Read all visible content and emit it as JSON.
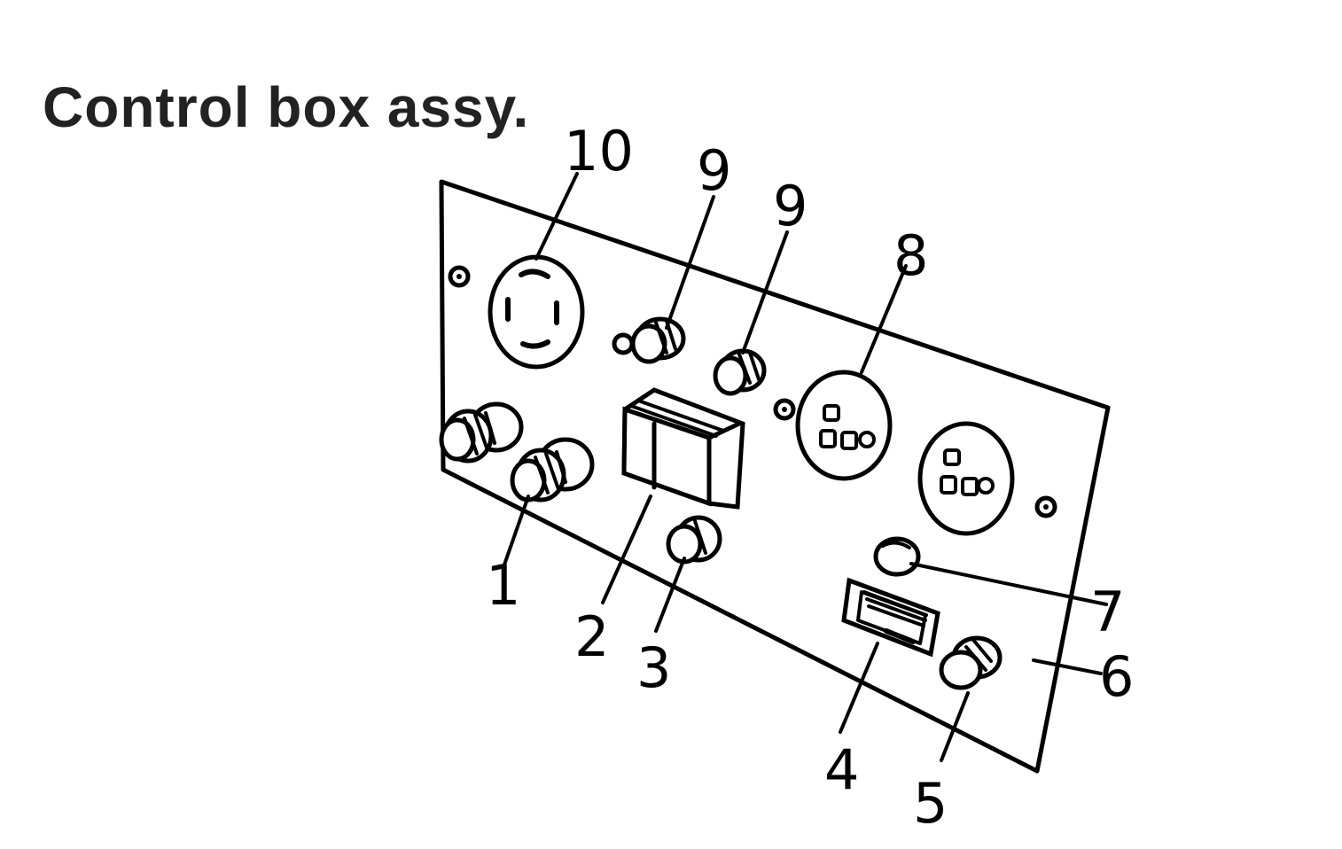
{
  "title": "Control box assy.",
  "callouts": {
    "c1": "1",
    "c2": "2",
    "c3": "3",
    "c4": "4",
    "c5": "5",
    "c6": "6",
    "c7": "7",
    "c8": "8",
    "c9a": "9",
    "c9b": "9",
    "c10": "10"
  },
  "colors": {
    "ink": "#000000",
    "background": "#ffffff"
  }
}
